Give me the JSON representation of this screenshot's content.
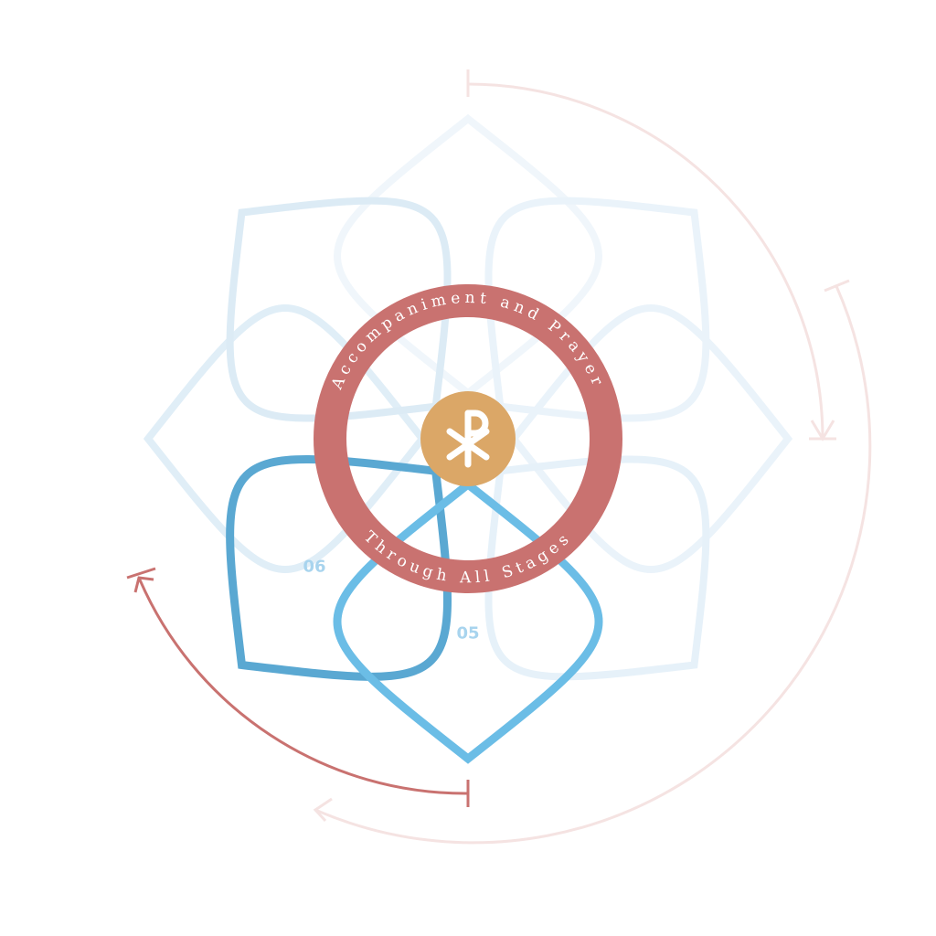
{
  "ring": {
    "top_text": "Accompaniment and Prayer",
    "bottom_text": "Through All Stages",
    "color": "#c97270"
  },
  "center": {
    "symbol": "chi-rho-icon",
    "color": "#dba767"
  },
  "petals": [
    {
      "id": "01",
      "state": "faded",
      "color": "#f0f6fb"
    },
    {
      "id": "02",
      "state": "faded",
      "color": "#eaf3fa"
    },
    {
      "id": "03",
      "state": "faded",
      "color": "#eaf3fa"
    },
    {
      "id": "04",
      "state": "faded",
      "color": "#e6f1f9"
    },
    {
      "id": "05",
      "state": "active",
      "label": "05",
      "color": "#6bbde6"
    },
    {
      "id": "06",
      "state": "active",
      "label": "06",
      "color": "#5aa8d2"
    },
    {
      "id": "07",
      "state": "faded",
      "color": "#e0eef7"
    },
    {
      "id": "08",
      "state": "faded",
      "color": "#dcebf5"
    }
  ],
  "label_color": "#a8d4ee",
  "arrow_colors": {
    "active": "#c97270",
    "faded": "#f5e3e2"
  }
}
